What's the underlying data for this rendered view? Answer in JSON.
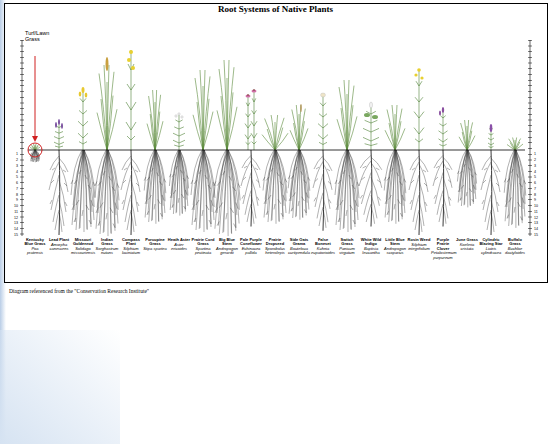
{
  "diagram": {
    "title": "Root Systems of Native Plants",
    "caption": "Diagram referenced from the \"Conservation Research Institute\"",
    "labels": [
      "Turf/Lawn Grass",
      "1",
      "2",
      "3",
      "4",
      "5",
      "6",
      "7",
      "8",
      "9",
      "10",
      "11",
      "12",
      "13",
      "14",
      "15",
      "1",
      "2",
      "3",
      "4",
      "5",
      "6",
      "7",
      "8",
      "9",
      "10",
      "11",
      "12",
      "13",
      "14",
      "15",
      "Kentucky Blue Grass",
      "Poa pratensis",
      "Lead Plant",
      "Amorpha canescens",
      "Missouri Goldenrod",
      "Solidago missouriensis",
      "Indian Grass",
      "Sorghastrum nutans",
      "Compass Plant",
      "Silphium laciniatum",
      "Porcupine Grass",
      "Stipa spartea",
      "Heath Aster",
      "Aster ericoides",
      "Prairie Cord Grass",
      "Spartina pectinata",
      "Big Blue Stem",
      "Andropogon gerardii",
      "Pale Purple Coneflower",
      "Echinacea pallida",
      "Prairie Dropseed",
      "Sporobolus heterolepis",
      "Side Oats Grama",
      "Bouteloua curtipendula",
      "False Boneset",
      "Kuhnia eupatorioides",
      "Switch Grass",
      "Panicum virgatum",
      "White Wild Indigo",
      "Baptisia leucantha",
      "Little Blue Stem",
      "Andropogon scoparius",
      "Rosin Weed",
      "Silphium integrifolium",
      "Purple Prairie Clover",
      "Petalostemum purpureum",
      "June Grass",
      "Koeleria cristata",
      "Cylindric Blazing Star",
      "Liatris cylindracea",
      "Buffalo Grass",
      "Buchloe dactyloides"
    ]
  }
}
